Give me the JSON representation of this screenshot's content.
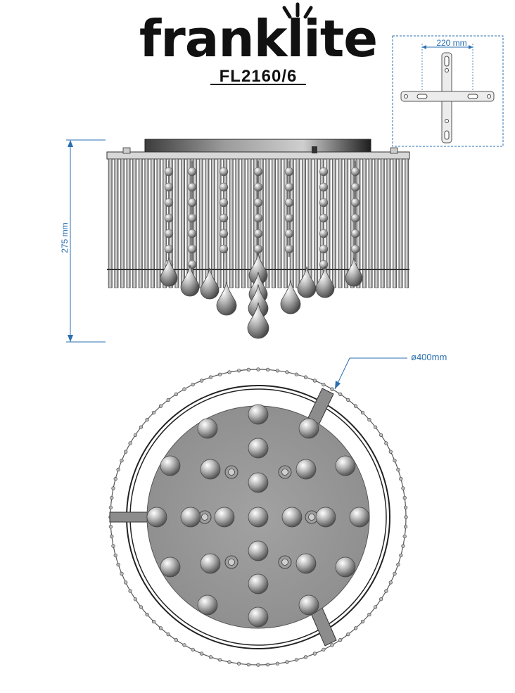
{
  "brand": {
    "name": "franklite"
  },
  "product": {
    "model": "FL2160/6"
  },
  "dimensions": {
    "height_label": "275 mm",
    "diameter_label": "ø400mm",
    "bracket_label": "220 mm"
  },
  "colors": {
    "dimension_line": "#2a6fb0",
    "chrome_dark": "#555555",
    "chrome_light": "#dddddd",
    "plate_gray": "#9a9a9a",
    "outline": "#333333"
  },
  "icons": {
    "logo_mark": "light-rays-icon"
  }
}
